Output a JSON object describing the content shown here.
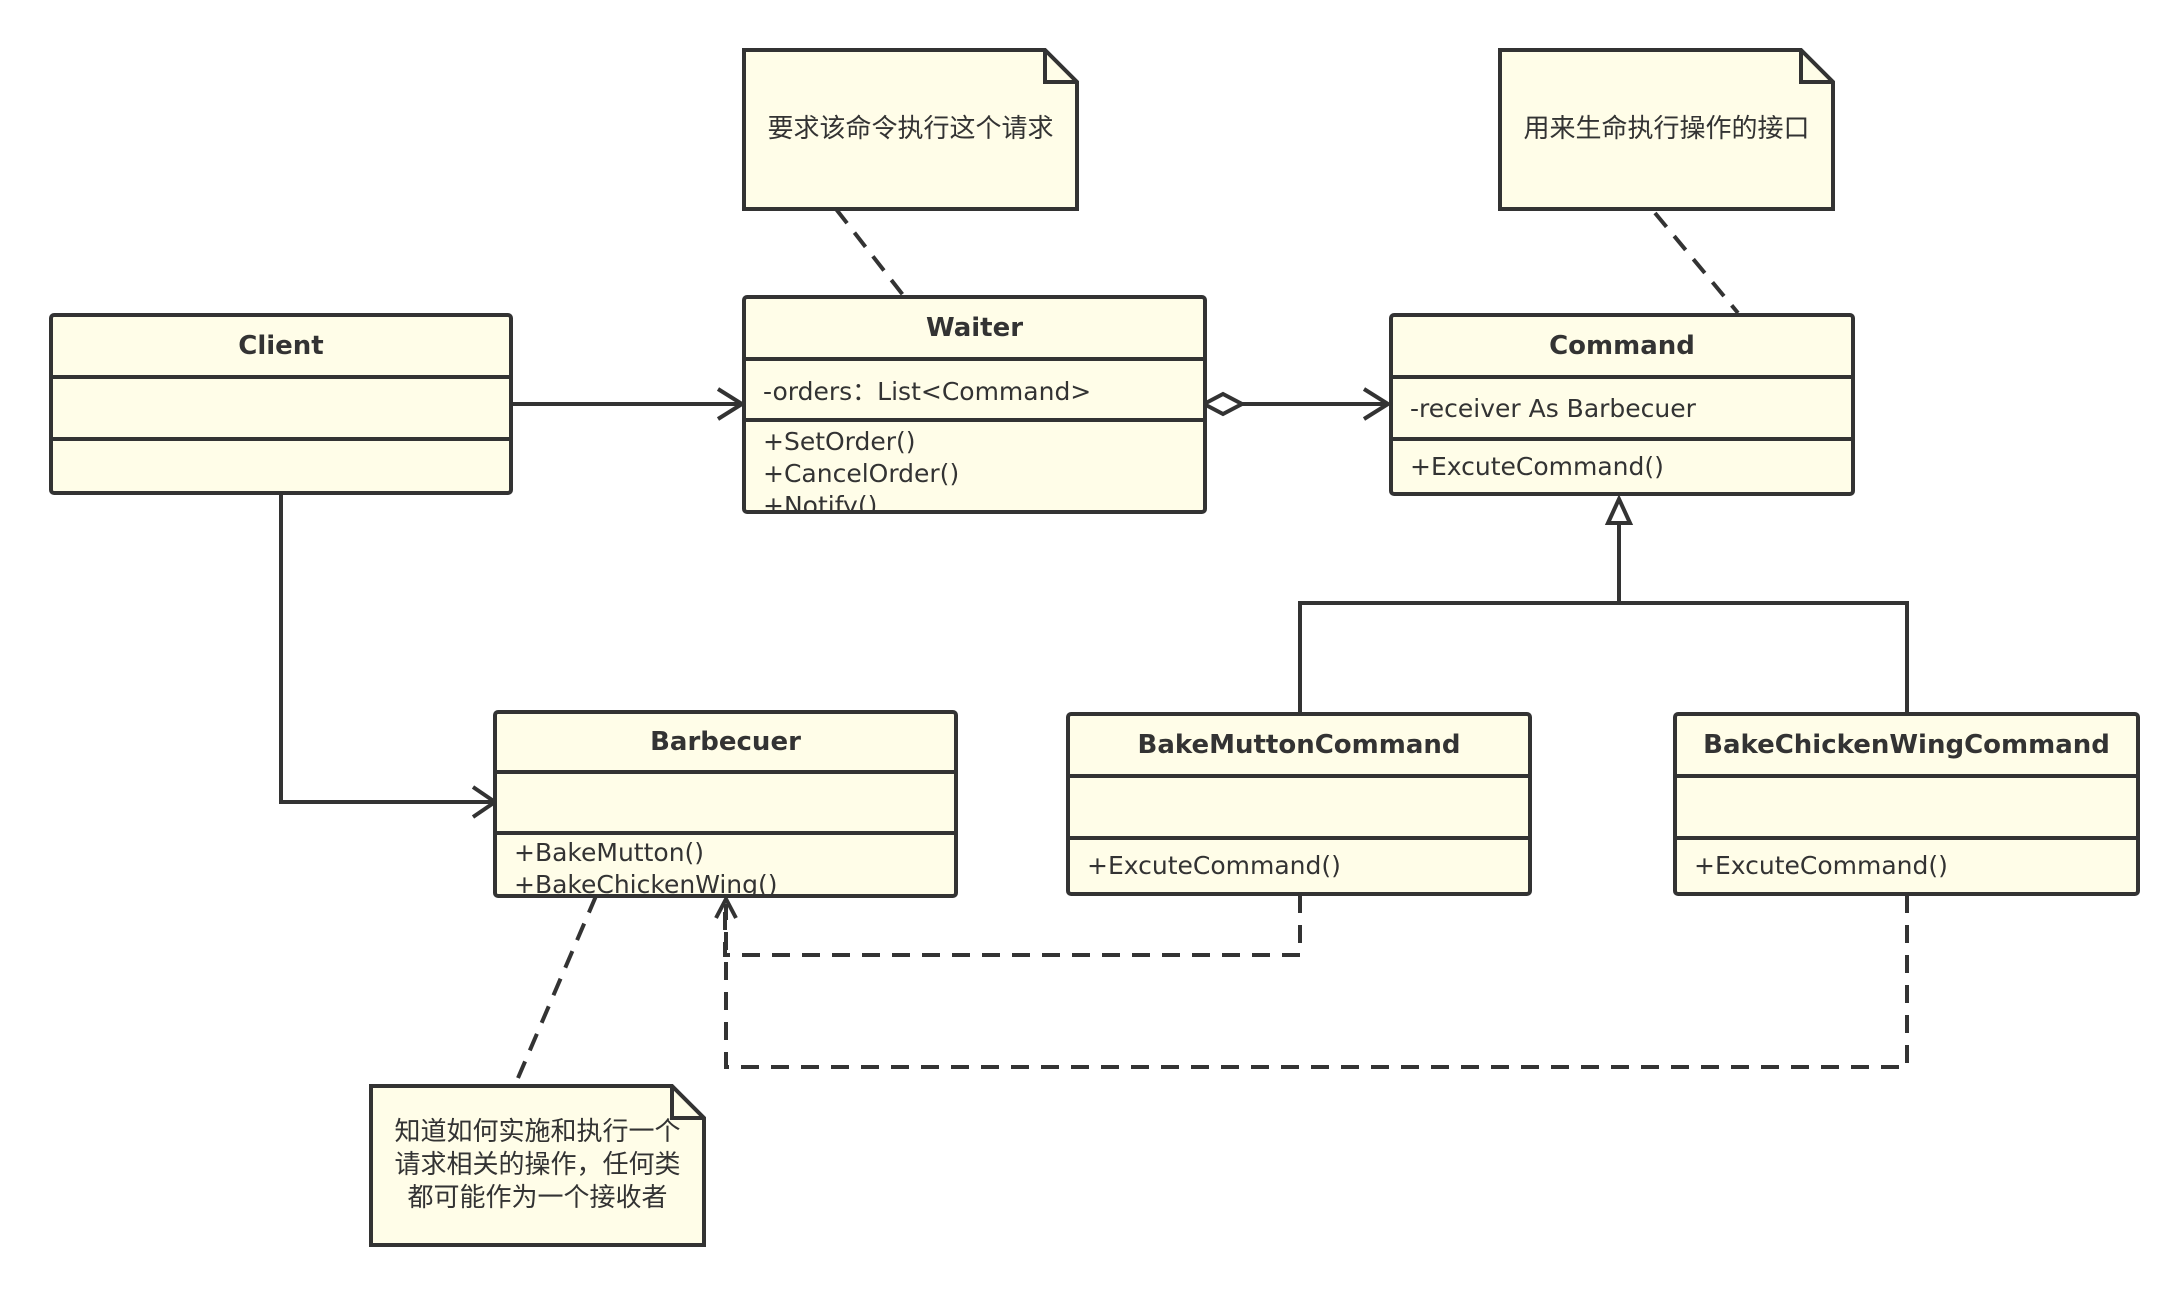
{
  "classes": {
    "client": {
      "name": "Client"
    },
    "waiter": {
      "name": "Waiter",
      "attributes": [
        "-orders：List<Command>"
      ],
      "operations": [
        "+SetOrder()",
        "+CancelOrder()",
        "+Notify()"
      ]
    },
    "command": {
      "name": "Command",
      "attributes": [
        "-receiver As Barbecuer"
      ],
      "operations": [
        "+ExcuteCommand()"
      ]
    },
    "barbecuer": {
      "name": "Barbecuer",
      "operations": [
        "+BakeMutton()",
        "+BakeChickenWing()"
      ]
    },
    "bake_mutton_command": {
      "name": "BakeMuttonCommand",
      "operations": [
        "+ExcuteCommand()"
      ]
    },
    "bake_chicken_wing_command": {
      "name": "BakeChickenWingCommand",
      "operations": [
        "+ExcuteCommand()"
      ]
    }
  },
  "notes": {
    "waiter_note": "要求该命令执行这个请求",
    "command_note": "用来生命执行操作的接口",
    "barbecuer_note": [
      "知道如何实施和执行一个",
      "请求相关的操作，任何类",
      "都可能作为一个接收者"
    ]
  },
  "relationships": [
    {
      "from": "Client",
      "to": "Waiter",
      "kind": "association"
    },
    {
      "from": "Client",
      "to": "Barbecuer",
      "kind": "association"
    },
    {
      "from": "Waiter",
      "to": "Command",
      "kind": "aggregation"
    },
    {
      "from": "BakeMuttonCommand",
      "to": "Command",
      "kind": "generalization"
    },
    {
      "from": "BakeChickenWingCommand",
      "to": "Command",
      "kind": "generalization"
    },
    {
      "from": "BakeMuttonCommand",
      "to": "Barbecuer",
      "kind": "dependency"
    },
    {
      "from": "BakeChickenWingCommand",
      "to": "Barbecuer",
      "kind": "dependency"
    }
  ],
  "colors": {
    "fill": "#fffde8",
    "stroke": "#333333",
    "text": "#333333"
  }
}
